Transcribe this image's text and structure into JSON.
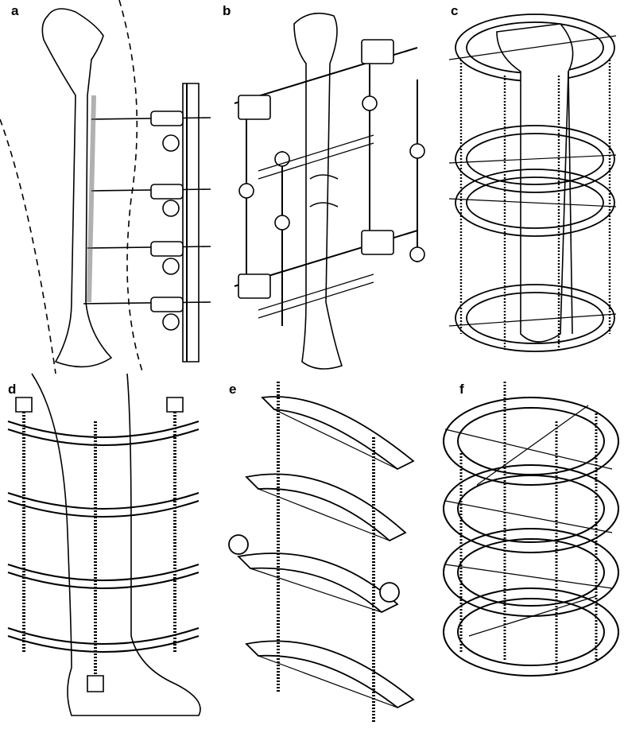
{
  "figure": {
    "description": "Six line-art illustrations of external fixation frames",
    "background": "#ffffff",
    "ink": "#000000",
    "panels": [
      {
        "label": "a",
        "content": "Femur with unilateral rod fixator, four pins and clamps"
      },
      {
        "label": "b",
        "content": "Tibia with bilateral frame fixator, clamps and connecting rods"
      },
      {
        "label": "c",
        "content": "Tibia within circular Ilizarov frame, four rings with threaded rods and wires"
      },
      {
        "label": "d",
        "content": "Lower leg with circular frame, four rings, threaded rods and tensioned wires"
      },
      {
        "label": "e",
        "content": "Half-ring frame assembly with threaded rods and clamps"
      },
      {
        "label": "f",
        "content": "Stack of four full rings connected by threaded rods with crossed wires"
      }
    ]
  }
}
